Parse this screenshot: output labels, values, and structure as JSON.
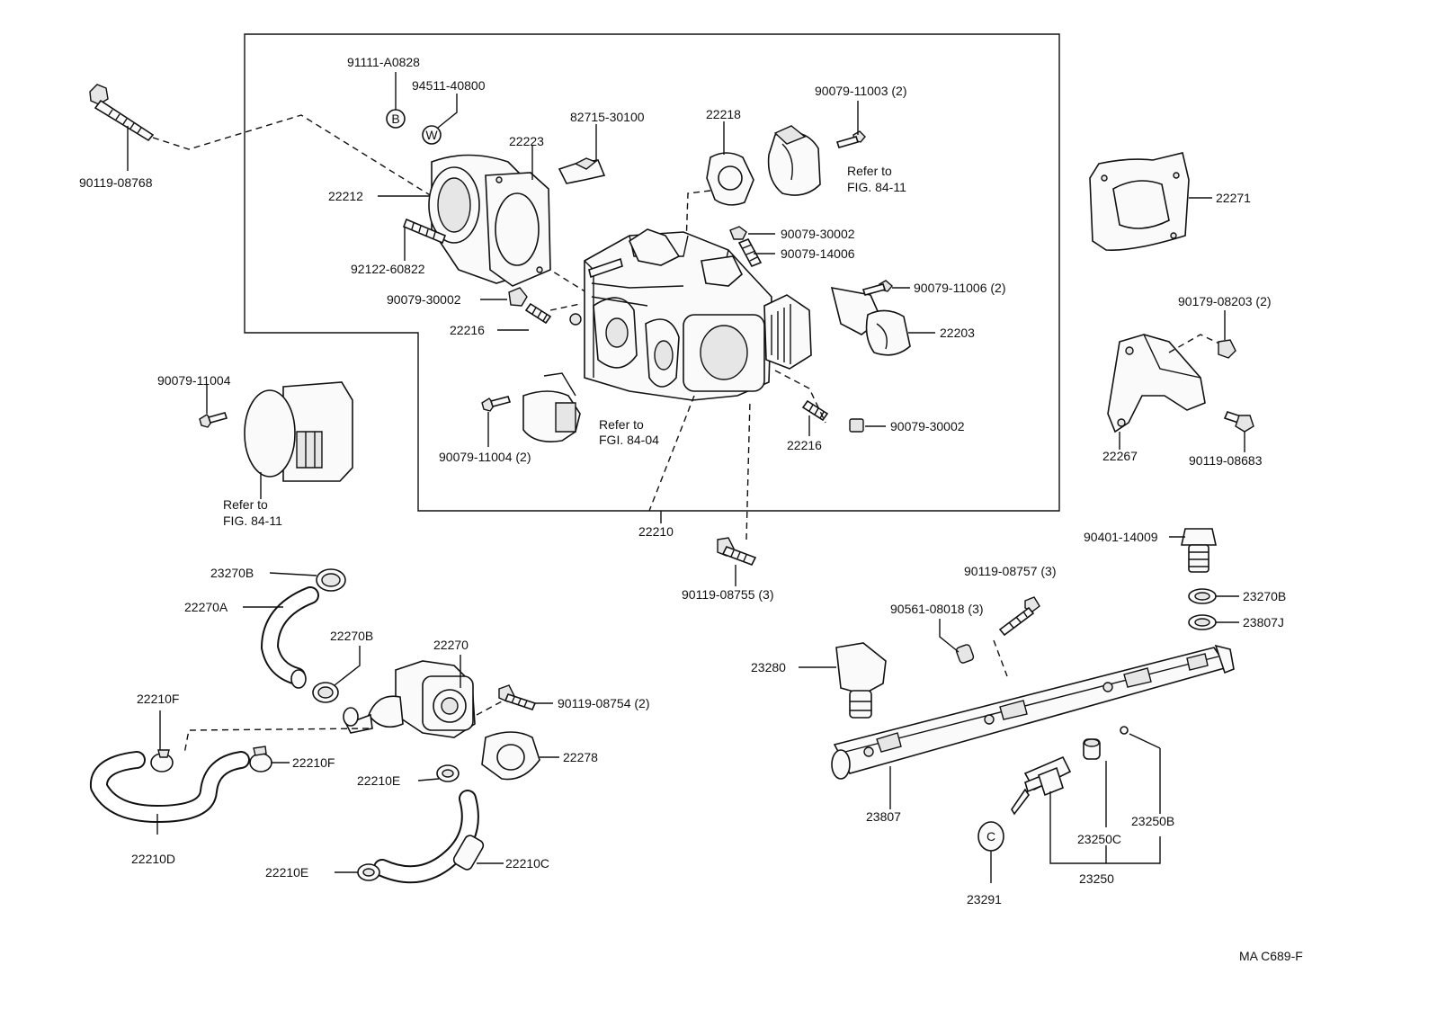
{
  "labels": {
    "p91111": "91111-A0828",
    "p94511": "94511-40800",
    "p82715": "82715-30100",
    "p22218": "22218",
    "p90079_11003": "90079-11003 (2)",
    "refer1a": "Refer to",
    "refer1b": "FIG. 84-11",
    "p22271": "22271",
    "p90119_08768": "90119-08768",
    "p22223": "22223",
    "p22212": "22212",
    "p90079_30002a": "90079-30002",
    "p90079_14006": "90079-14006",
    "p92122": "92122-60822",
    "p90079_30002b": "90079-30002",
    "p90079_11006": "90079-11006 (2)",
    "p90179": "90179-08203 (2)",
    "p22216a": "22216",
    "p22203": "22203",
    "p90079_11004": "90079-11004",
    "refer2a": "Refer to",
    "refer2b": "FGI. 84-04",
    "p90079_30002c": "90079-30002",
    "p90079_11004_2": "90079-11004 (2)",
    "p22216b": "22216",
    "p22267": "22267",
    "p90119_08683": "90119-08683",
    "refer3a": "Refer to",
    "refer3b": "FIG. 84-11",
    "p22210": "22210",
    "p90401": "90401-14009",
    "p23270B_a": "23270B",
    "p22270A": "22270A",
    "p90119_08755": "90119-08755 (3)",
    "p90119_08757": "90119-08757 (3)",
    "p23270B_c": "23270B",
    "p90561": "90561-08018 (3)",
    "p23807J": "23807J",
    "p22270B": "22270B",
    "p22270": "22270",
    "p23280": "23280",
    "p22210F_a": "22210F",
    "p90119_08754": "90119-08754 (2)",
    "p22210F_b": "22210F",
    "p22278": "22278",
    "p22210E_a": "22210E",
    "p23807": "23807",
    "p23250B": "23250B",
    "p22210D": "22210D",
    "p22210C": "22210C",
    "p23250C": "23250C",
    "p22210E_b": "22210E",
    "p23250": "23250",
    "p23291": "23291",
    "code": "MA C689-F"
  },
  "symbols": {
    "b": "B",
    "w": "W",
    "c": "C"
  }
}
